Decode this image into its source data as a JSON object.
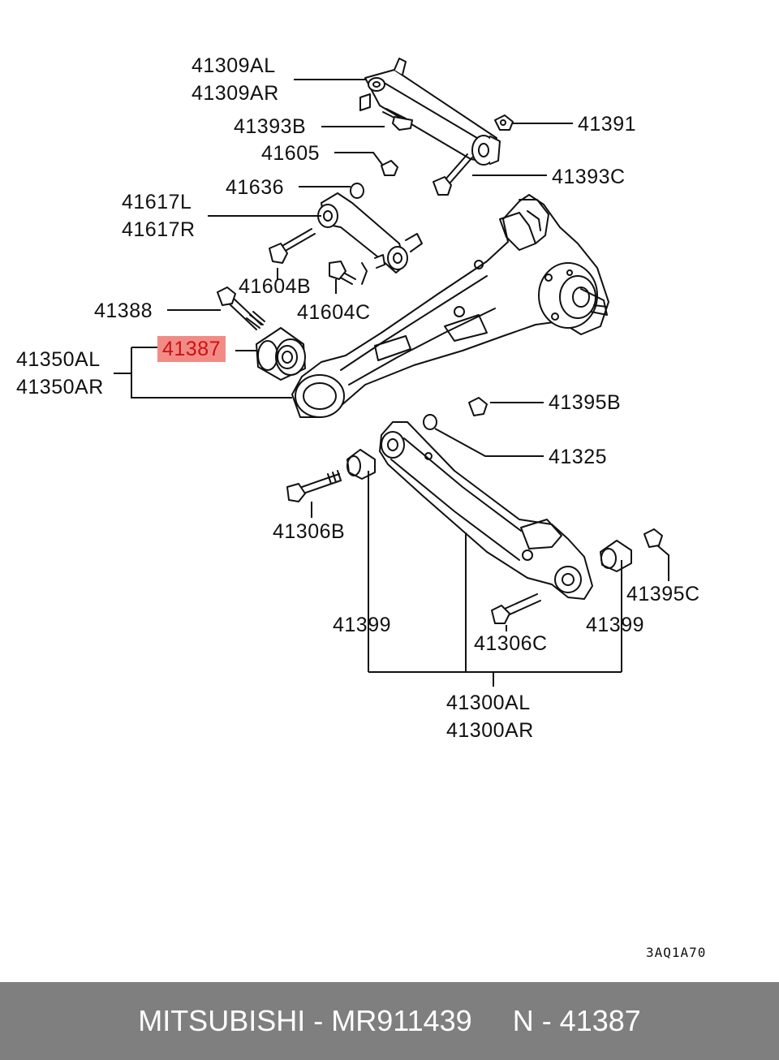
{
  "labels": {
    "p41309al": "41309AL",
    "p41309ar": "41309AR",
    "p41393b": "41393B",
    "p41391": "41391",
    "p41605": "41605",
    "p41393c": "41393C",
    "p41636": "41636",
    "p41617l": "41617L",
    "p41617r": "41617R",
    "p41604b": "41604B",
    "p41604c": "41604C",
    "p41388": "41388",
    "p41387": "41387",
    "p41350al": "41350AL",
    "p41350ar": "41350AR",
    "p41395b": "41395B",
    "p41325": "41325",
    "p41306b": "41306B",
    "p41395c": "41395C",
    "p41399_left": "41399",
    "p41399_right": "41399",
    "p41306c": "41306C",
    "p41300al": "41300AL",
    "p41300ar": "41300AR"
  },
  "diagram_code": "3AQ1A70",
  "footer": {
    "brand": "MITSUBISHI",
    "part_number": "MR911439",
    "ref": "N - 41387"
  },
  "colors": {
    "highlight_bg": "#f28b86",
    "highlight_text": "#cc1111",
    "footer_bg": "#7f7f7f"
  }
}
